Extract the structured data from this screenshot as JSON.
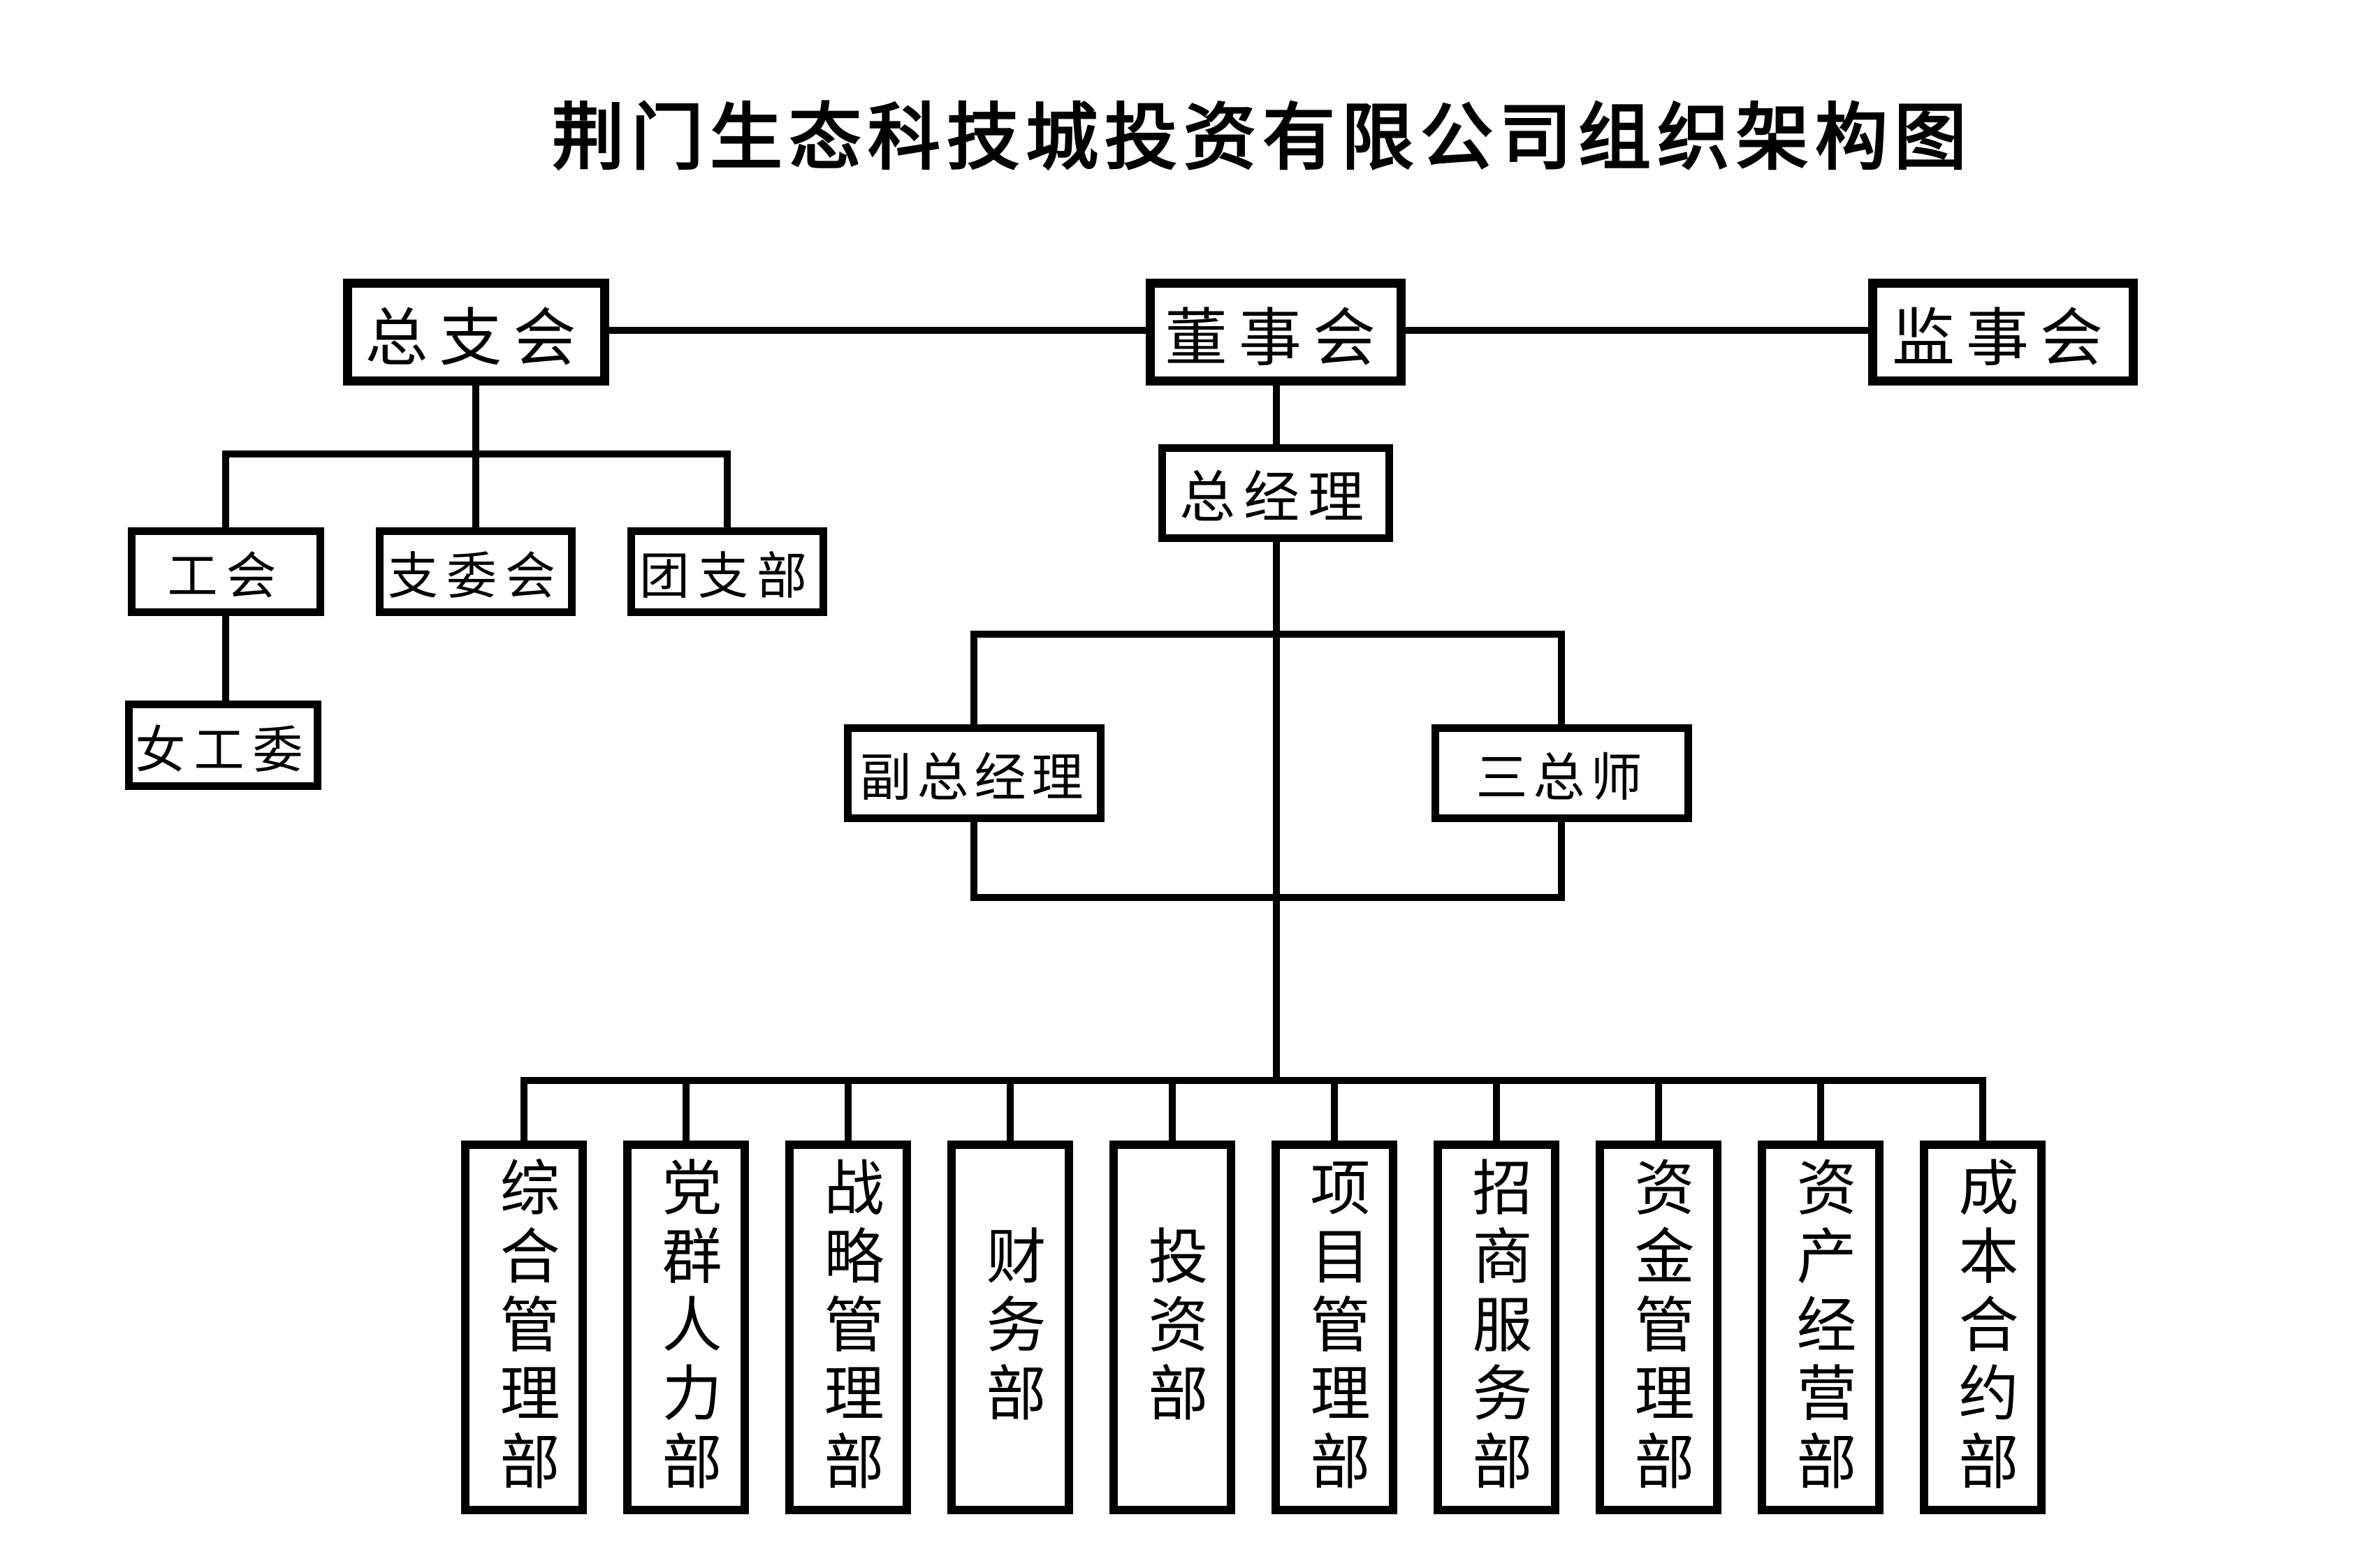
{
  "title": "荆门生态科技城投资有限公司组织架构图",
  "colors": {
    "background": "#ffffff",
    "line": "#000000",
    "text": "#000000"
  },
  "nodes": {
    "zong_zhi_hui": "总支会",
    "dong_shi_hui": "董事会",
    "jian_shi_hui": "监事会",
    "gong_hui": "工会",
    "zhi_wei_hui": "支委会",
    "tuan_zhi_bu": "团支部",
    "nv_gong_wei": "女工委",
    "zong_jing_li": "总经理",
    "fu_zong_jing_li": "副总经理",
    "san_zong_shi": "三总师"
  },
  "departments": [
    {
      "label": "综合管理部"
    },
    {
      "label": "党群人力部"
    },
    {
      "label": "战略管理部"
    },
    {
      "label": "财务部"
    },
    {
      "label": "投资部"
    },
    {
      "label": "项目管理部"
    },
    {
      "label": "招商服务部"
    },
    {
      "label": "资金管理部"
    },
    {
      "label": "资产经营部"
    },
    {
      "label": "成本合约部"
    }
  ],
  "hierarchy": {
    "董事会": [
      "总经理"
    ],
    "总经理": [
      "副总经理",
      "三总师",
      "综合管理部",
      "党群人力部",
      "战略管理部",
      "财务部",
      "投资部",
      "项目管理部",
      "招商服务部",
      "资金管理部",
      "资产经营部",
      "成本合约部"
    ],
    "总支会": [
      "工会",
      "支委会",
      "团支部"
    ],
    "工会": [
      "女工委"
    ]
  }
}
